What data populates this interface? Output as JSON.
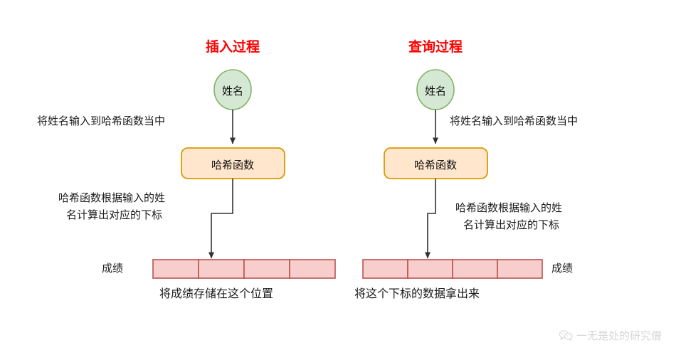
{
  "diagram": {
    "title_left": "插入过程",
    "title_right": "查询过程",
    "colors": {
      "title_red": "#ff0000",
      "circle_fill": "#d5e8d4",
      "circle_stroke": "#82b366",
      "box_fill": "#ffe6cc",
      "box_stroke": "#d79b00",
      "array_fill": "#f8cecc",
      "array_stroke": "#b85450",
      "arrow": "#333333",
      "text": "#1a1a1a",
      "watermark": "#d9d9d9"
    },
    "left": {
      "start_node": "姓名",
      "edge_label_1": "将姓名输入到哈希函数当中",
      "process_node": "哈希函数",
      "edge_label_2_line1": "哈希函数根据输入的姓",
      "edge_label_2_line2": "名计算出对应的下标",
      "array_label": "成绩",
      "array_cells": [
        "",
        "",
        "",
        ""
      ],
      "highlight_cell_index": 1,
      "caption": "将成绩存储在这个位置"
    },
    "right": {
      "start_node": "姓名",
      "edge_label_1": "将姓名输入到哈希函数当中",
      "process_node": "哈希函数",
      "edge_label_2_line1": "哈希函数根据输入的姓",
      "edge_label_2_line2": "名计算出对应的下标",
      "array_label": "成绩",
      "array_cells": [
        "",
        "",
        "",
        ""
      ],
      "highlight_cell_index": 1,
      "caption": "将这个下标的数据拿出来"
    }
  },
  "watermark": {
    "icon": "wechat-bubbles-icon",
    "text": "一无是处的研究僧"
  }
}
